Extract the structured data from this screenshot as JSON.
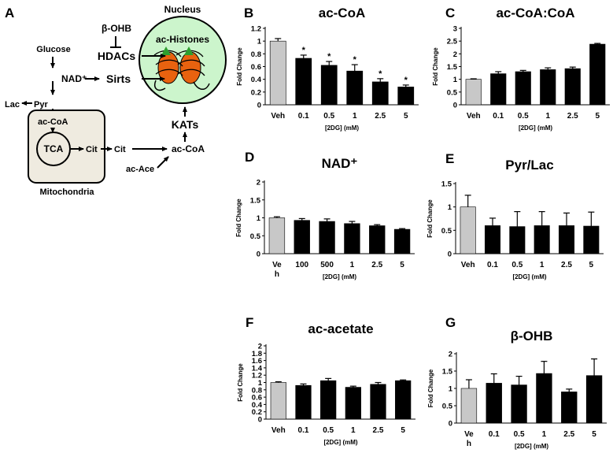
{
  "panel_a": {
    "letter": "A",
    "nucleus": "Nucleus",
    "ac_histones": "ac-Histones",
    "bohb": "β-OHB",
    "hdacs": "HDACs",
    "glucose": "Glucose",
    "nad": "NAD⁺",
    "sirts": "Sirts",
    "lac": "Lac",
    "pyr": "Pyr",
    "ac_coa_mito": "ac-CoA",
    "tca": "TCA",
    "cit_in": "Cit",
    "cit_out": "Cit",
    "ac_coa_cyto": "ac-CoA",
    "kats": "KATs",
    "ac_ace": "ac-Ace",
    "mitochondria": "Mitochondria"
  },
  "colors": {
    "veh_bar": "#c8c8c8",
    "treat_bar": "#000000",
    "nucleus_fill": "#ccf5cc",
    "histone_orange": "#e8620f",
    "acetyl_green": "#2e9e2e",
    "mito_fill": "#efebe0"
  },
  "chart_data": [
    {
      "id": "B",
      "letter": "B",
      "type": "bar",
      "title": "ac-CoA",
      "xlabel": "[2DG] (mM)",
      "ylabel": "Fold Change",
      "categories": [
        "Veh",
        "0.1",
        "0.5",
        "1",
        "2.5",
        "5"
      ],
      "values": [
        1.0,
        0.73,
        0.62,
        0.53,
        0.36,
        0.28
      ],
      "errors": [
        0.04,
        0.05,
        0.06,
        0.1,
        0.05,
        0.03
      ],
      "annotations": [
        "",
        "*",
        "*",
        "*",
        "*",
        "*"
      ],
      "ylim": [
        0,
        1.2
      ],
      "yticks": [
        "0",
        "0.2",
        "0.4",
        "0.6",
        "0.8",
        "1",
        "1.2"
      ]
    },
    {
      "id": "C",
      "letter": "C",
      "type": "bar",
      "title": "ac-CoA:CoA",
      "xlabel": "[2DG] (mM)",
      "ylabel": "Fold Change",
      "categories": [
        "Veh",
        "0.1",
        "0.5",
        "1",
        "2.5",
        "5"
      ],
      "values": [
        1.0,
        1.22,
        1.3,
        1.38,
        1.42,
        2.38
      ],
      "errors": [
        0.02,
        0.08,
        0.05,
        0.07,
        0.06,
        0.03
      ],
      "annotations": [
        "",
        "",
        "",
        "",
        "",
        ""
      ],
      "ylim": [
        0,
        3
      ],
      "yticks": [
        "0",
        "0.5",
        "1",
        "1.5",
        "2",
        "2.5",
        "3"
      ]
    },
    {
      "id": "D",
      "letter": "D",
      "type": "bar",
      "title": "NAD⁺",
      "xlabel": "[2DG] (mM)",
      "ylabel": "Fold Change",
      "categories": [
        "Ve h",
        "100",
        "500",
        "1",
        "2.5",
        "5"
      ],
      "values": [
        1.0,
        0.93,
        0.9,
        0.84,
        0.78,
        0.68
      ],
      "errors": [
        0.03,
        0.05,
        0.07,
        0.06,
        0.03,
        0.02
      ],
      "annotations": [
        "",
        "",
        "",
        "",
        "",
        ""
      ],
      "ylim": [
        0,
        2
      ],
      "yticks": [
        "0",
        "0.5",
        "1",
        "1.5",
        "2"
      ]
    },
    {
      "id": "E",
      "letter": "E",
      "type": "bar",
      "title": "Pyr/Lac",
      "xlabel": "[2DG] (mM)",
      "ylabel": "Fold Change",
      "categories": [
        "Veh",
        "0.1",
        "0.5",
        "1",
        "2.5",
        "5"
      ],
      "values": [
        1.0,
        0.6,
        0.58,
        0.6,
        0.6,
        0.59
      ],
      "errors": [
        0.25,
        0.16,
        0.32,
        0.3,
        0.27,
        0.3
      ],
      "annotations": [
        "",
        "",
        "",
        "",
        "",
        ""
      ],
      "ylim": [
        0,
        1.5
      ],
      "yticks": [
        "0",
        "0.5",
        "1",
        "1.5"
      ]
    },
    {
      "id": "F",
      "letter": "F",
      "type": "bar",
      "title": "ac-acetate",
      "xlabel": "[2DG] (mM)",
      "ylabel": "Fold Change",
      "categories": [
        "Veh",
        "0.1",
        "0.5",
        "1",
        "2.5",
        "5"
      ],
      "values": [
        1.0,
        0.92,
        1.05,
        0.87,
        0.95,
        1.05
      ],
      "errors": [
        0.02,
        0.04,
        0.06,
        0.03,
        0.05,
        0.02
      ],
      "annotations": [
        "",
        "",
        "",
        "",
        "",
        ""
      ],
      "ylim": [
        0,
        2
      ],
      "yticks": [
        "0",
        "0.2",
        "0.4",
        "0.6",
        "0.8",
        "1",
        "1.2",
        "1.4",
        "1.6",
        "1.8",
        "2"
      ]
    },
    {
      "id": "G",
      "letter": "G",
      "type": "bar",
      "title": "β-OHB",
      "xlabel": "[2DG] (mM)",
      "ylabel": "Fold Change",
      "categories": [
        "Ve h",
        "0.1",
        "0.5",
        "1",
        "2.5",
        "5"
      ],
      "values": [
        1.0,
        1.15,
        1.1,
        1.43,
        0.9,
        1.37
      ],
      "errors": [
        0.25,
        0.27,
        0.25,
        0.35,
        0.08,
        0.48
      ],
      "annotations": [
        "",
        "",
        "",
        "",
        "",
        ""
      ],
      "ylim": [
        0,
        2
      ],
      "yticks": [
        "0",
        "0.5",
        "1",
        "1.5",
        "2"
      ]
    }
  ]
}
